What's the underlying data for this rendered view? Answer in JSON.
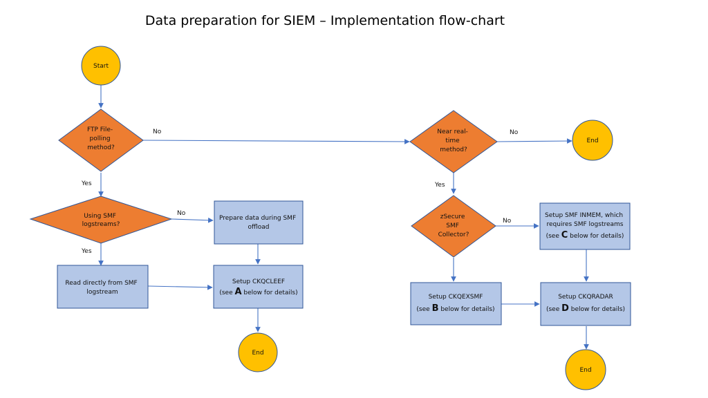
{
  "title": "Data preparation for SIEM – Implementation flow-chart",
  "colors": {
    "terminal_fill": "#ffc000",
    "decision_fill": "#ed7d31",
    "process_fill": "#b4c7e7",
    "outline": "#2f5597",
    "connector": "#4472c4"
  },
  "nodes": {
    "start": {
      "label": "Start"
    },
    "ftp_decision": {
      "lines": [
        "FTP File-",
        "polling",
        "method?"
      ]
    },
    "near_realtime_decision": {
      "lines": [
        "Near real-",
        "time",
        "method?"
      ]
    },
    "end_near_realtime": {
      "label": "End"
    },
    "smf_logstreams_decision": {
      "lines": [
        "Using SMF",
        "logstreams?"
      ]
    },
    "prepare_offload": {
      "lines": [
        "Prepare data during SMF",
        "offload"
      ]
    },
    "read_logstream": {
      "lines": [
        "Read directly from SMF",
        "logstream"
      ]
    },
    "setup_ckqcleef": {
      "line1": "Setup CKQCLEEF",
      "line2_pre": "(see ",
      "line2_key": "A",
      "line2_post": " below for details)"
    },
    "end_ckqcleef": {
      "label": "End"
    },
    "zsecure_decision": {
      "lines": [
        "zSecure",
        "SMF",
        "Collector?"
      ]
    },
    "setup_inmem": {
      "lines": [
        "Setup SMF INMEM, which",
        "requires SMF logstreams"
      ],
      "line3_pre": "(see ",
      "line3_key": "C",
      "line3_post": " below for details)"
    },
    "setup_ckqexsmf": {
      "line1": "Setup CKQEXSMF",
      "line2_pre": "(see ",
      "line2_key": "B",
      "line2_post": " below for details)"
    },
    "setup_ckqradar": {
      "line1": "Setup CKQRADAR",
      "line2_pre": "(see ",
      "line2_key": "D",
      "line2_post": " below for details)"
    },
    "end_ckqradar": {
      "label": "End"
    }
  },
  "edges": {
    "ftp_no": "No",
    "ftp_yes": "Yes",
    "near_no": "No",
    "near_yes": "Yes",
    "smf_no": "No",
    "smf_yes": "Yes",
    "zsecure_no": "No"
  }
}
